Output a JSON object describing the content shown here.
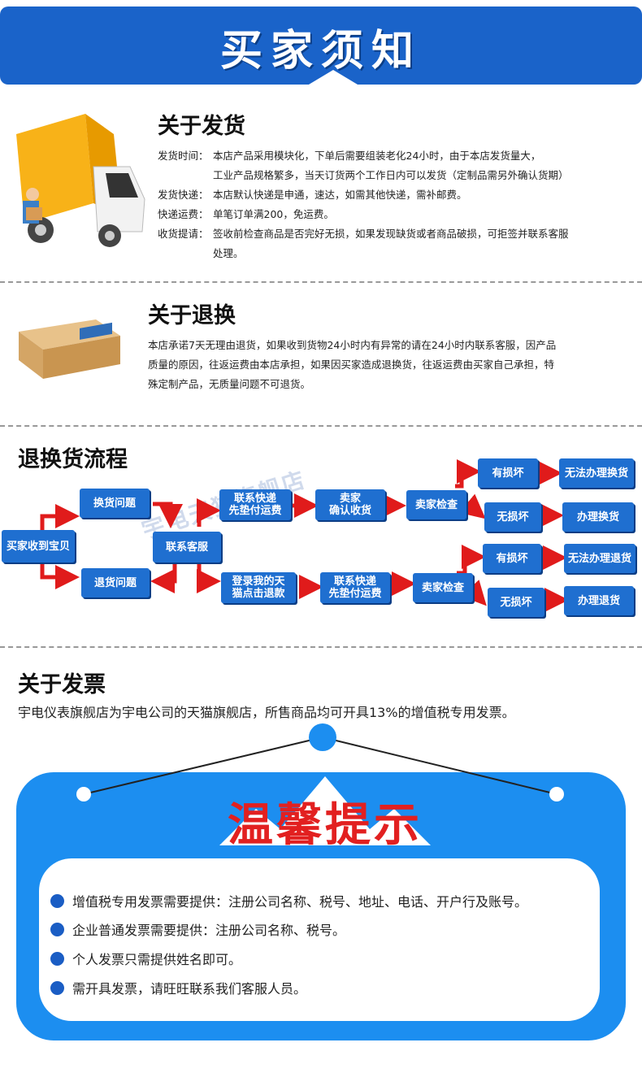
{
  "header": {
    "title": "买家须知"
  },
  "shipping": {
    "title": "关于发货",
    "time_label": "发货时间：",
    "time_text_1": "本店产品采用模块化，下单后需要组装老化24小时，由于本店发货量大，",
    "time_text_2": "工业产品规格繁多，当天订货两个工作日内可以发货（定制品需另外确认货期）",
    "express_label": "发货快递：",
    "express_text": "本店默认快递是申通，速达，如需其他快递，需补邮费。",
    "fee_label": "快递运费：",
    "fee_text": "单笔订单满200，免运费。",
    "receipt_label": "收货提请：",
    "receipt_text_1": "签收前检查商品是否完好无损，如果发现缺货或者商品破损，可拒签并联系客服",
    "receipt_text_2": "处理。"
  },
  "returns": {
    "title": "关于退换",
    "text_1": "本店承诺7天无理由退货，如果收到货物24小时内有异常的请在24小时内联系客服，因产品",
    "text_2": "质量的原因，往返运费由本店承担，如果因买家造成退换货，往返运费由买家自己承担，特",
    "text_3": "殊定制产品，无质量问题不可退货。"
  },
  "flow": {
    "title": "退换货流程",
    "watermark": "宇电天猫旗舰店",
    "received": "买家收到宝贝",
    "exchange_issue": "换货问题",
    "return_issue": "退货问题",
    "contact_service": "联系客服",
    "express_prepay_1": "联系快递\n先垫付运费",
    "seller_confirm": "卖家\n确认收货",
    "seller_check_1": "卖家检查",
    "damaged_1": "有损坏",
    "no_damage_1": "无损坏",
    "no_exchange": "无法办理换货",
    "do_exchange": "办理换货",
    "login_refund": "登录我的天\n猫点击退款",
    "express_prepay_2": "联系快递\n先垫付运费",
    "seller_check_2": "卖家检查",
    "damaged_2": "有损坏",
    "no_damage_2": "无损坏",
    "no_return": "无法办理退货",
    "do_return": "办理退货"
  },
  "invoice": {
    "title": "关于发票",
    "text": "宇电仪表旗舰店为宇电公司的天猫旗舰店，所售商品均可开具13%的增值税专用发票。"
  },
  "tips": {
    "title": "温馨提示",
    "items": [
      "增值税专用发票需要提供：注册公司名称、税号、地址、电话、开户行及账号。",
      "企业普通发票需要提供：注册公司名称、税号。",
      "个人发票只需提供姓名即可。",
      "需开具发票，请旺旺联系我们客服人员。"
    ]
  },
  "colors": {
    "primary": "#1a63c9",
    "accent": "#e22020",
    "light_blue": "#1c8ef0"
  }
}
